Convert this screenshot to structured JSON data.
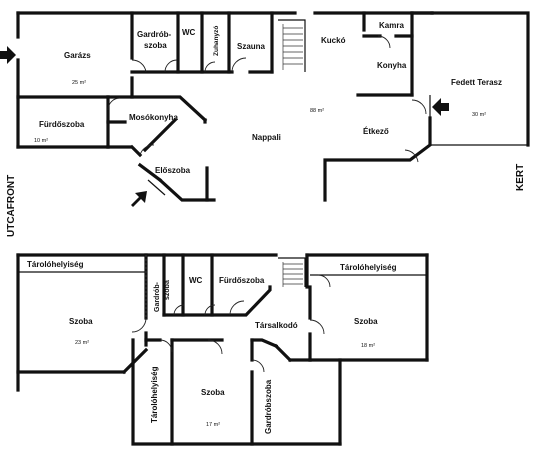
{
  "ground_floor": {
    "rooms": {
      "garazs": "Garázs",
      "gardrob1": "Gardrób-",
      "gardrob2": "szoba",
      "wc": "WC",
      "zuhanyzo": "Zuhanyzó",
      "szauna": "Szauna",
      "kucko": "Kuckó",
      "kamra": "Kamra",
      "konyha": "Konyha",
      "fedett_terasz": "Fedett Terasz",
      "furdoszoba": "Fürdőszoba",
      "mosokonyha": "Mosókonyha",
      "nappali": "Nappali",
      "etkezo": "Étkező",
      "eloszoba": "Előszoba"
    },
    "areas": {
      "garazs": "25 m²",
      "terasz": "30 m²",
      "furdo": "10 m²",
      "nappali": "88 m²"
    }
  },
  "upper_floor": {
    "rooms": {
      "tarolo_left": "Tárolóhelyiség",
      "tarolo_right": "Tárolóhelyiség",
      "gardrob1": "Gardrób-",
      "gardrob2": "szoba",
      "wc": "WC",
      "furdoszoba": "Fürdőszoba",
      "szoba_left": "Szoba",
      "szoba_right": "Szoba",
      "szoba_bottom": "Szoba",
      "tarsalkodo": "Társalkodó",
      "tarolo_vertical": "Tárolóhelyiség",
      "gardrobszoba_vertical": "Gardróbszoba"
    },
    "areas": {
      "szoba_left": "23 m²",
      "szoba_right": "18 m²",
      "szoba_bottom": "17 m²"
    }
  },
  "side_labels": {
    "street": "UTCAFRONT",
    "garden": "KERT"
  }
}
